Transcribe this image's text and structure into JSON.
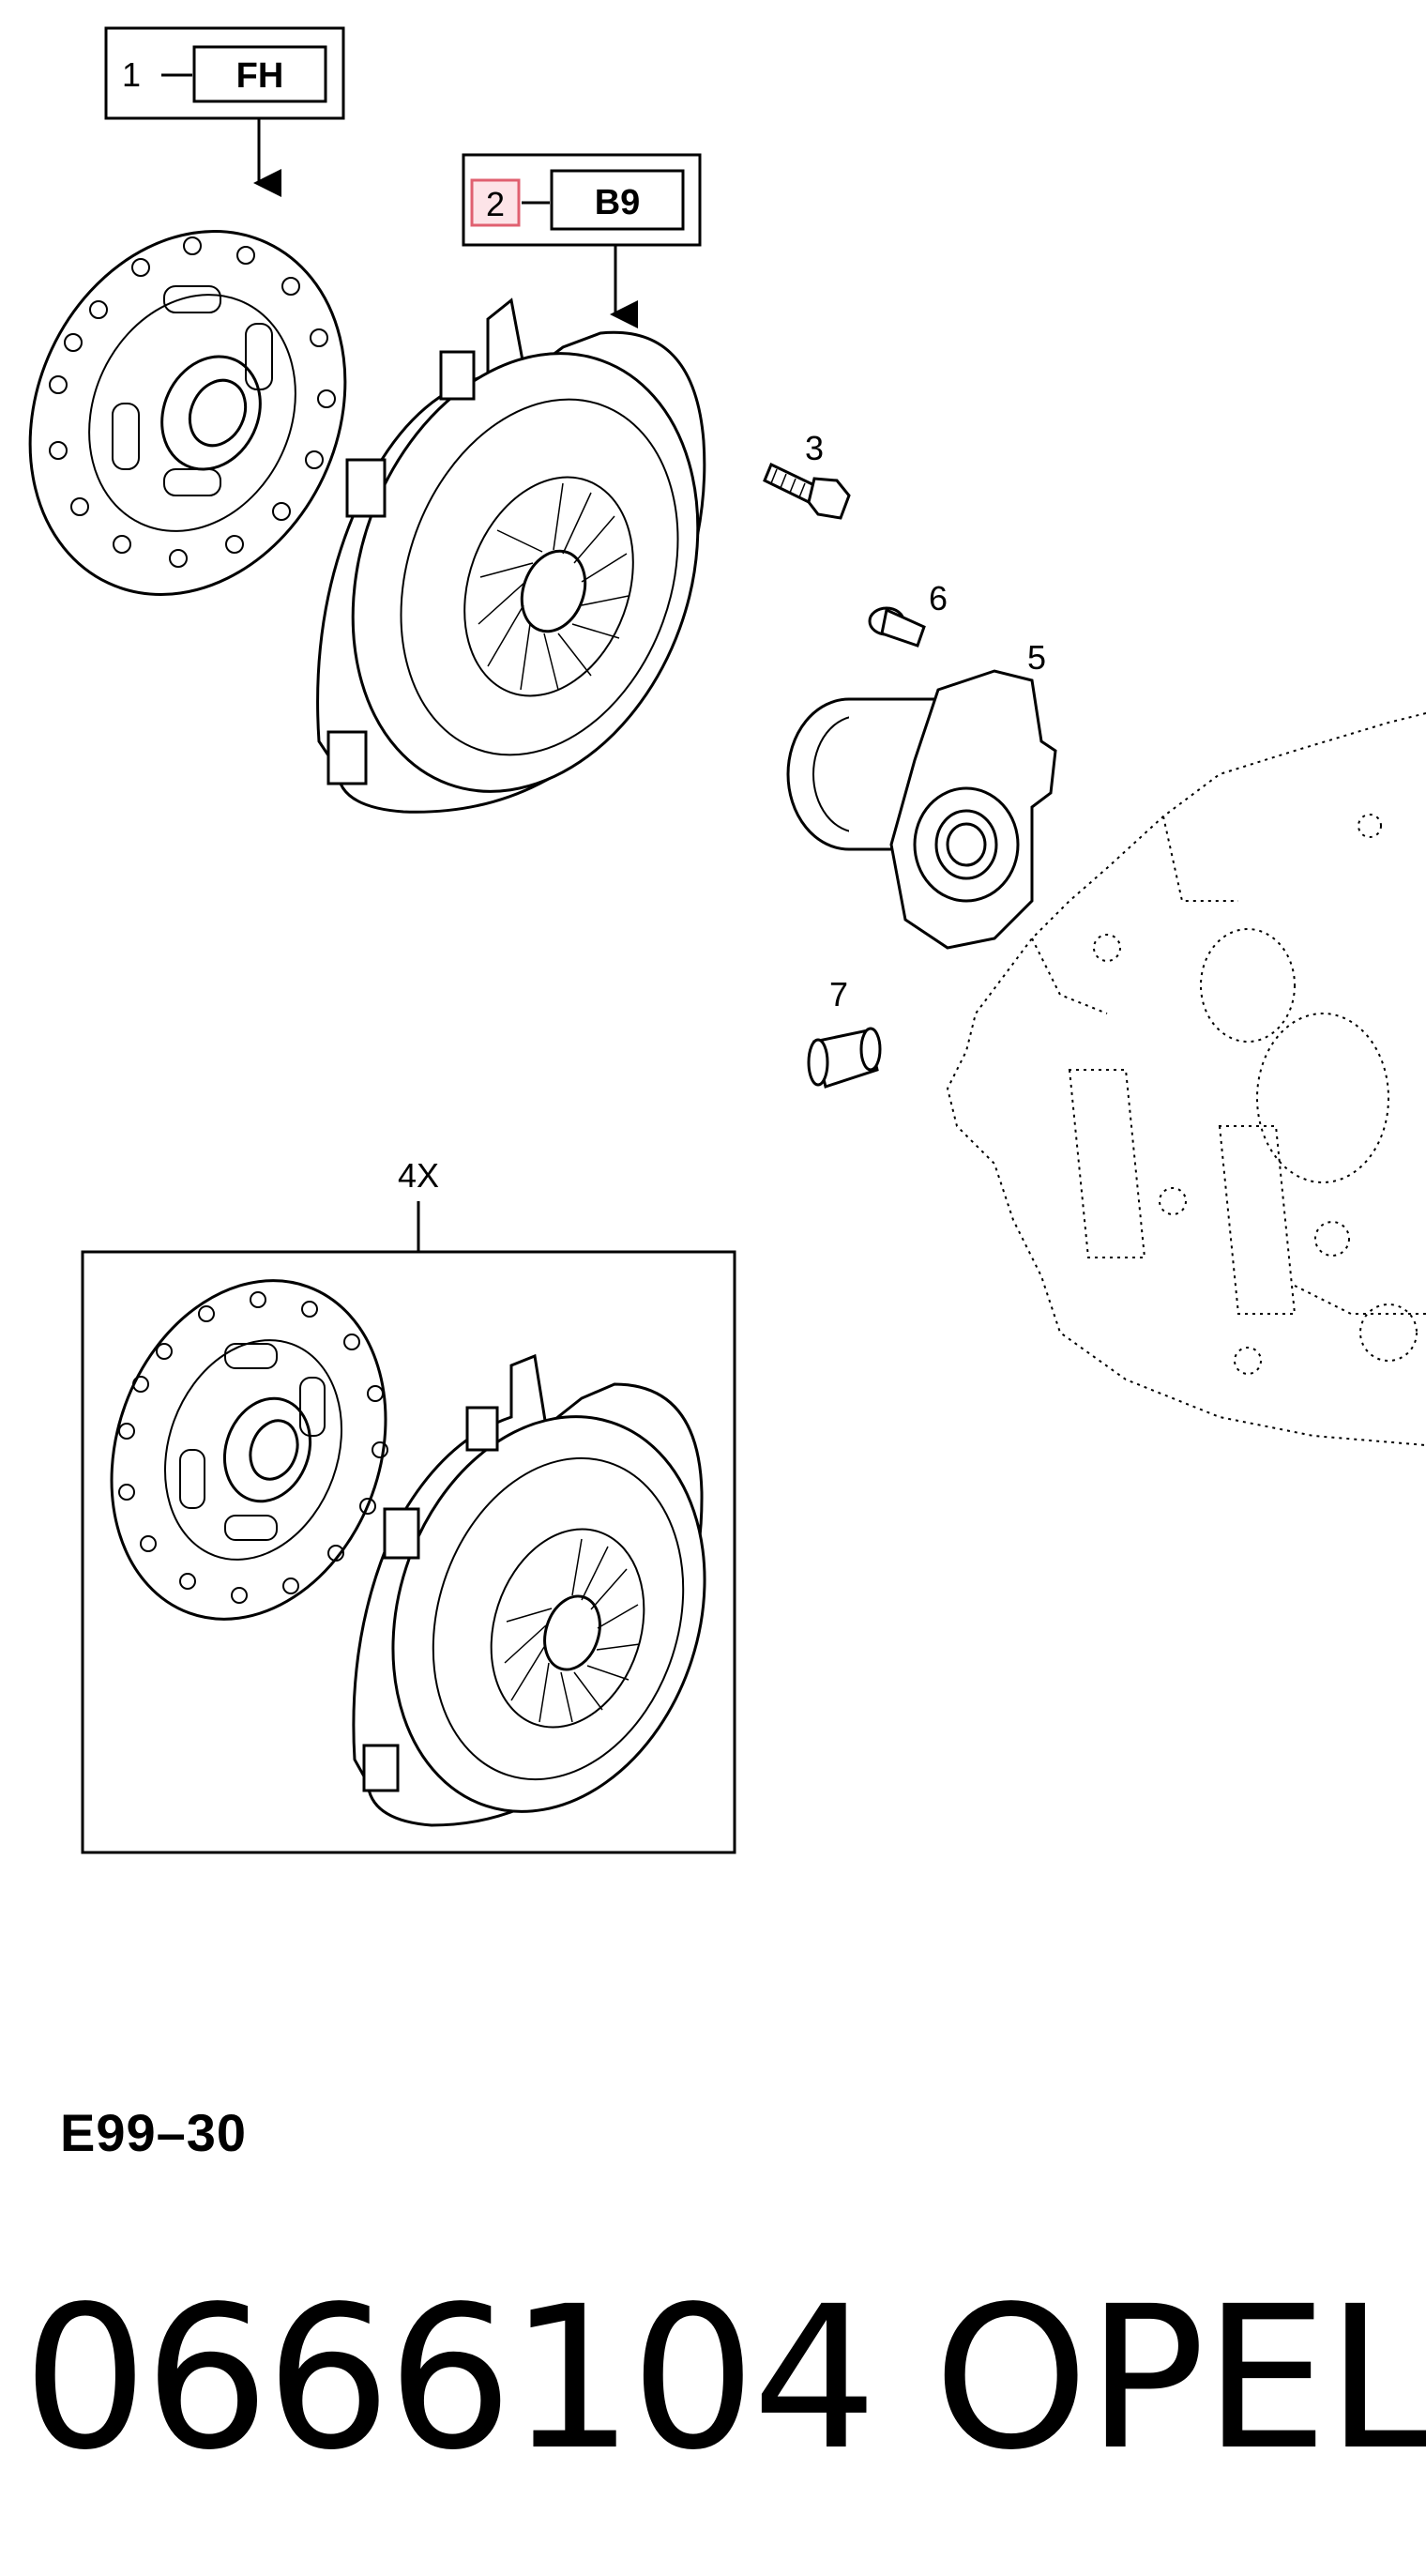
{
  "callouts": [
    {
      "id": "1",
      "code": "FH"
    },
    {
      "id": "2",
      "code": "B9",
      "highlight_color": "#e06070"
    },
    {
      "id": "3"
    },
    {
      "id": "6"
    },
    {
      "id": "5"
    },
    {
      "id": "7"
    },
    {
      "id": "4X"
    }
  ],
  "drawing_code": "E99–30",
  "part_number": "0666104",
  "brand": "OPEL",
  "colors": {
    "line": "#000000",
    "highlight_fill": "#fde4e8",
    "highlight_stroke": "#e06070"
  }
}
